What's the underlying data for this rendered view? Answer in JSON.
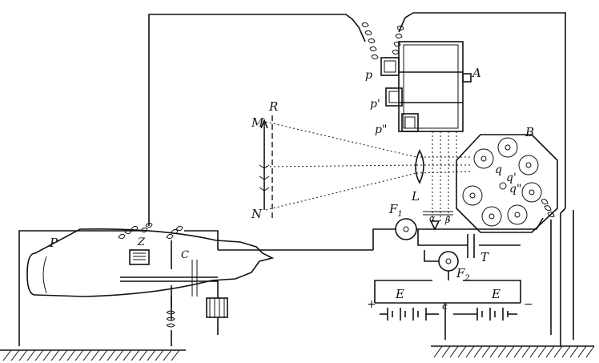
{
  "labels": {
    "p": "p",
    "p1": "p'",
    "p2": "p\"",
    "A": "A",
    "B": "B",
    "R": "R",
    "M": "M",
    "N": "N",
    "L": "L",
    "q": "q",
    "q1": "q'",
    "q2": "q\"",
    "F1": "F",
    "F1_sub": "1",
    "F2": "F",
    "F2_sub": "2",
    "T": "T",
    "E_left": "E",
    "E_right": "E",
    "c_batt": "c",
    "plus": "+",
    "minus": "−",
    "P": "P",
    "Z": "Z",
    "C": "C",
    "alpha": "α",
    "beta": "β"
  }
}
